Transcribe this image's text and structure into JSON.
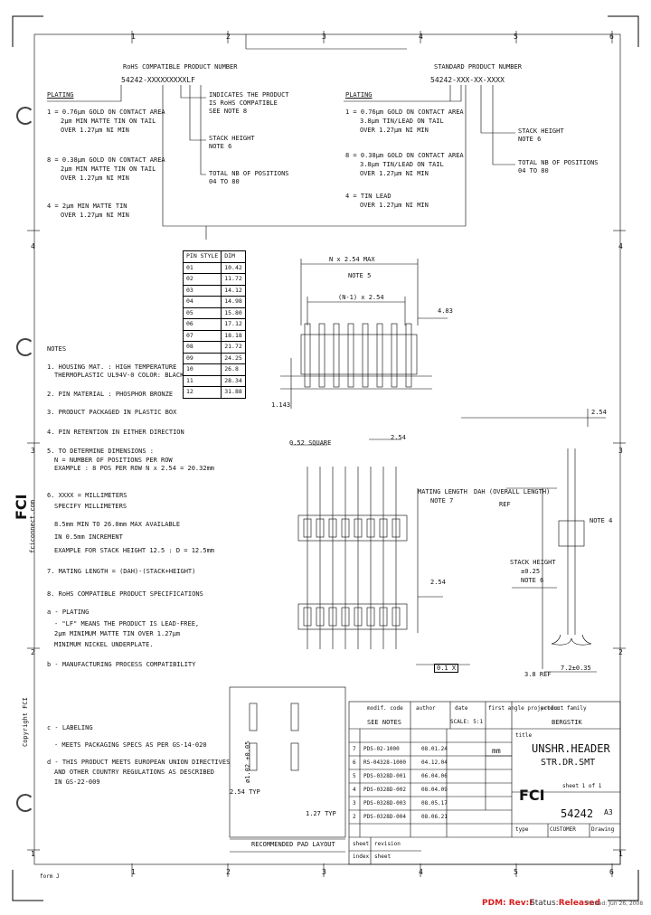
{
  "zone_numbers": {
    "top": [
      "1",
      "2",
      "3",
      "4",
      "5",
      "6"
    ],
    "bottom": [
      "1",
      "2",
      "3",
      "4",
      "5",
      "6"
    ],
    "left": [
      "4",
      "3",
      "2",
      "1"
    ],
    "right": [
      "4",
      "3",
      "2",
      "1"
    ]
  },
  "rohs_block": {
    "title": "RoHS COMPATIBLE PRODUCT NUMBER",
    "code": "54242-XXXXXXXXXLF",
    "note_rohs": [
      "INDICATES THE PRODUCT",
      "IS RoHS COMPATIBLE",
      "SEE NOTE 8"
    ],
    "note_stack": [
      "STACK HEIGHT",
      "NOTE 6"
    ],
    "note_positions": [
      "TOTAL NB OF POSITIONS",
      "04 TO 80"
    ]
  },
  "standard_block": {
    "title": "STANDARD PRODUCT NUMBER",
    "code": "54242-XXX-XX-XXXX",
    "note_stack": [
      "STACK HEIGHT",
      "NOTE 6"
    ],
    "note_positions": [
      "TOTAL NB OF POSITIONS",
      "04 TO 80"
    ]
  },
  "plating_left": {
    "label": "PLATING",
    "items": [
      [
        "1 = 0.76μm GOLD ON CONTACT AREA",
        "2μm MIN MATTE TIN ON TAIL",
        "OVER 1.27μm NI MIN"
      ],
      [
        "8 = 0.38μm GOLD ON CONTACT AREA",
        "2μm MIN MATTE TIN ON TAIL",
        "OVER 1.27μm NI MIN"
      ],
      [
        "4 = 2μm MIN MATTE TIN",
        "OVER 1.27μm NI MIN"
      ]
    ]
  },
  "plating_right": {
    "label": "PLATING",
    "items": [
      [
        "1 = 0.76μm GOLD ON CONTACT AREA",
        "3.8μm TIN/LEAD ON TAIL",
        "OVER 1.27μm NI MIN"
      ],
      [
        "8 = 0.38μm GOLD ON CONTACT AREA",
        "3.8μm TIN/LEAD ON TAIL",
        "OVER 1.27μm NI MIN"
      ],
      [
        "4 = TIN LEAD",
        "OVER 1.27μm NI MIN"
      ]
    ]
  },
  "pin_table": {
    "headers": [
      "PIN STYLE",
      "DIM"
    ],
    "rows": [
      [
        "01",
        "10.42"
      ],
      [
        "02",
        "11.72"
      ],
      [
        "03",
        "14.12"
      ],
      [
        "04",
        "14.98"
      ],
      [
        "05",
        "15.80"
      ],
      [
        "06",
        "17.12"
      ],
      [
        "07",
        "18.18"
      ],
      [
        "08",
        "21.72"
      ],
      [
        "09",
        "24.25"
      ],
      [
        "10",
        "26.8"
      ],
      [
        "11",
        "28.34"
      ],
      [
        "12",
        "31.88"
      ]
    ]
  },
  "notes": {
    "label": "NOTES",
    "lines": [
      "1. HOUSING MAT. : HIGH TEMPERATURE",
      "   THERMOPLASTIC UL94V-0 COLOR: BLACK",
      "2. PIN MATERIAL : PHOSPHOR BRONZE",
      "3. PRODUCT PACKAGED IN PLASTIC BOX",
      "4. PIN RETENTION IN EITHER DIRECTION",
      "5. TO DETERMINE DIMENSIONS :",
      "   N = NUMBER OF POSITIONS PER ROW",
      "   EXAMPLE : 8 POS PER ROW N x 2.54 = 20.32mm",
      "6. XXXX = MILLIMETERS",
      "   SPECIFY MILLIMETERS",
      "   8.5mm MIN TO 26.0mm MAX AVAILABLE",
      "   IN 0.5mm INCREMENT",
      "   EXAMPLE FOR STACK HEIGHT 12.5 : D = 12.5mm",
      "7. MATING LENGTH = (DAH)-(STACK+HEIGHT)",
      "8. RoHS COMPATIBLE PRODUCT SPECIFICATIONS",
      "a -  PLATING",
      "   - \"LF\" MEANS THE PRODUCT IS LEAD-FREE,",
      "   2μm MINIMUM MATTE TIN OVER 1.27μm",
      "   MINIMUM NICKEL UNDERPLATE.",
      "b -  MANUFACTURING PROCESS COMPATIBILITY",
      "c -  LABELING",
      "   - MEETS PACKAGING SPECS AS PER GS-14-020",
      "d -  THIS PRODUCT MEETS EUROPEAN UNION DIRECTIVES",
      "   AND OTHER COUNTRY REGULATIONS AS DESCRIBED",
      "   IN GS-22-009"
    ]
  },
  "dims": {
    "n_254_max": "N x 2.54 MAX",
    "note5": "NOTE 5",
    "n1_254": "(N-1) x 2.54",
    "d_483": "4.83",
    "d_1143": "1.143",
    "d_254": "2.54",
    "square": "0.52 SQUARE",
    "mating": [
      "MATING LENGTH",
      "NOTE 7"
    ],
    "dah": [
      "DAH (OVERALL LENGTH)",
      "REF"
    ],
    "note4": "NOTE 4",
    "stack": [
      "STACK HEIGHT",
      "±0.25",
      "NOTE 6"
    ],
    "d_38": "3.8 REF",
    "d_72": "7.2±0.35",
    "d_254b": "2.54",
    "tol_box": "0.1 X",
    "pad_254": "2.54 TYP",
    "pad_127": "1.27 TYP",
    "pad_dia": "ø1.02 ±0.05",
    "pad_label": "RECOMMENDED PAD LAYOUT"
  },
  "title_block": {
    "headers": [
      "modif. code",
      "author",
      "date"
    ],
    "see_notes": "SEE NOTES",
    "scale": "SCALE: 5:1",
    "proj": "first angle projection",
    "family_label": "product family",
    "family": "BERGSTIK",
    "title_label": "title",
    "title1": "UNSHR.HEADER",
    "title2": "STR.DR.SMT",
    "units": "mm",
    "sheet": "sheet 1 of 1",
    "size": "A3",
    "part": "54242",
    "type_label": "type",
    "type": "CUSTOMER",
    "drawing": "Drawing",
    "rev_rows": [
      [
        "7",
        "PDS-02-1000",
        "08.01.24"
      ],
      [
        "6",
        "RS-04328-1000",
        "04.12.04"
      ],
      [
        "5",
        "PDS-0328D-001",
        "06.04.06"
      ],
      [
        "4",
        "PDS-0328D-002",
        "08.04.09"
      ],
      [
        "3",
        "PDS-0328D-003",
        "08.05.17"
      ],
      [
        "2",
        "PDS-0328D-004",
        "08.06.21"
      ]
    ],
    "sheet_label": "sheet",
    "revision_label": "revision",
    "index_label": "index",
    "sheet2_label": "sheet",
    "copyright": "Copyright FCI",
    "website": "fciconnect.com",
    "logo": "FCI"
  },
  "footer": {
    "pdm": "PDM: Rev:F",
    "status_prefix": "Status:",
    "status": "Released",
    "printed": "Printed: Jun 26, 2008",
    "form": "form J"
  }
}
